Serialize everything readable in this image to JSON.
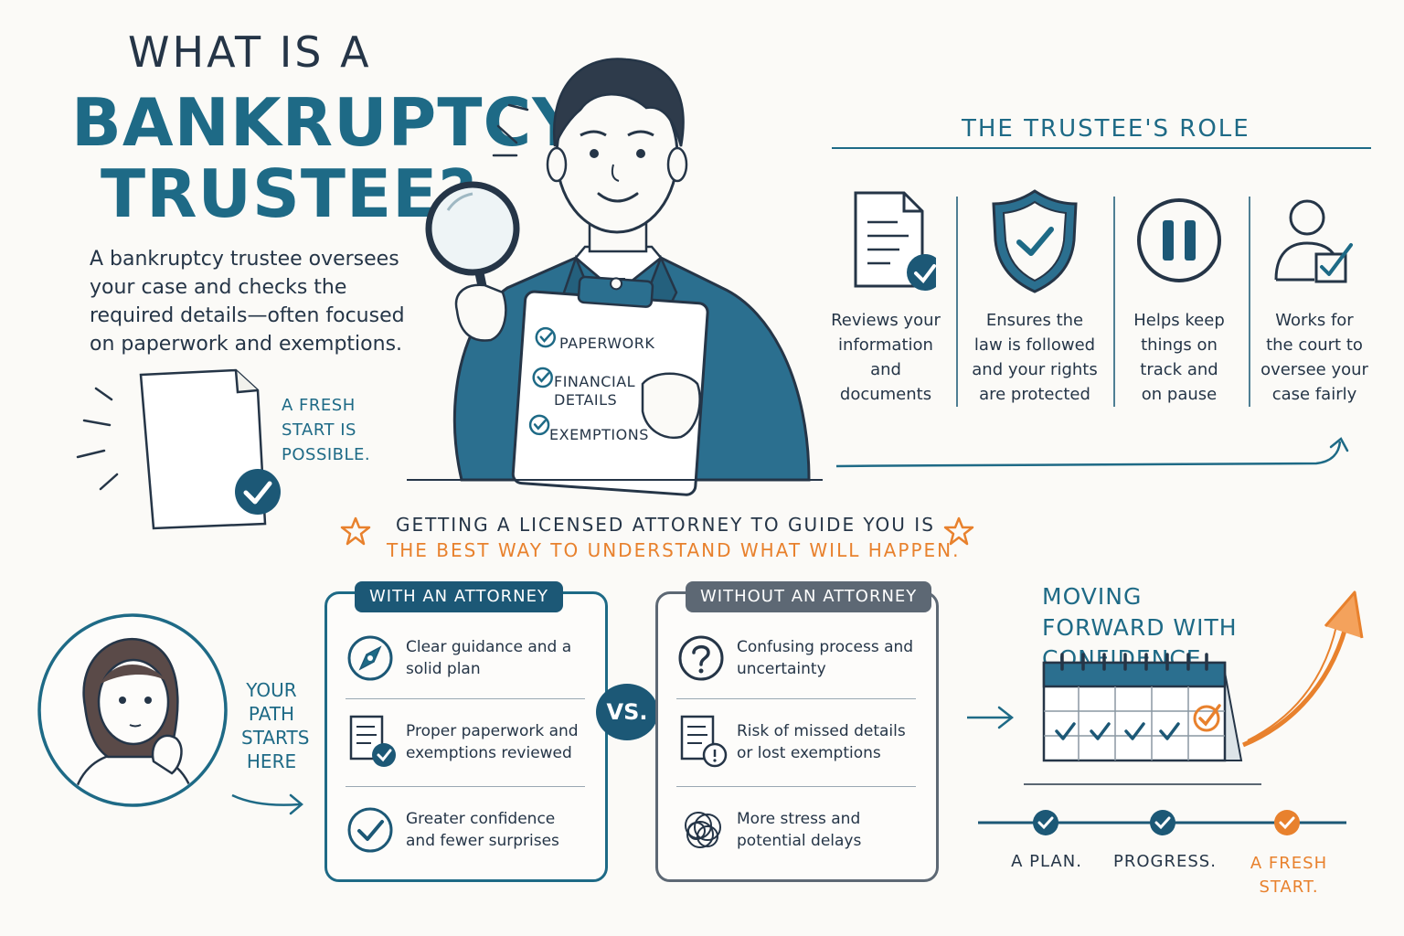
{
  "title": {
    "line1": "WHAT IS A",
    "line2": "BANKRUPTCY",
    "line3": "TRUSTEE?"
  },
  "intro": "A bankruptcy trustee oversees your case and checks the required details—often focused on paperwork and exemptions.",
  "fresh_note": "A FRESH START IS POSSIBLE.",
  "clipboard": {
    "items": [
      "PAPERWORK",
      "FINANCIAL DETAILS",
      "EXEMPTIONS"
    ]
  },
  "role": {
    "title": "THE TRUSTEE'S ROLE",
    "items": [
      {
        "label": "Reviews your information and documents",
        "icon": "document-check-icon"
      },
      {
        "label": "Ensures the law is followed and your rights are protected",
        "icon": "shield-check-icon"
      },
      {
        "label": "Helps keep things on track and on pause",
        "icon": "pause-icon"
      },
      {
        "label": "Works for the court to oversee your case fairly",
        "icon": "person-check-icon"
      }
    ]
  },
  "banner": {
    "line1": "GETTING A LICENSED ATTORNEY TO GUIDE YOU IS",
    "line2": "THE BEST WAY TO UNDERSTAND WHAT WILL HAPPEN."
  },
  "path_label": "YOUR PATH STARTS HERE",
  "with_attorney": {
    "heading": "WITH AN ATTORNEY",
    "rows": [
      {
        "text": "Clear guidance and a solid plan",
        "icon": "compass-icon"
      },
      {
        "text": "Proper paperwork and exemptions reviewed",
        "icon": "document-check-icon"
      },
      {
        "text": "Greater confidence and fewer surprises",
        "icon": "check-circle-icon"
      }
    ]
  },
  "vs": "VS.",
  "without_attorney": {
    "heading": "WITHOUT AN ATTORNEY",
    "rows": [
      {
        "text": "Confusing process and uncertainty",
        "icon": "question-icon"
      },
      {
        "text": "Risk of missed details or lost exemptions",
        "icon": "document-alert-icon"
      },
      {
        "text": "More stress and potential delays",
        "icon": "tangle-icon"
      }
    ]
  },
  "moving_forward": {
    "title": "MOVING FORWARD WITH CONFIDENCE",
    "timeline": [
      "A PLAN.",
      "PROGRESS.",
      "A FRESH START."
    ]
  },
  "colors": {
    "teal": "#1e6a86",
    "navy": "#1c5876",
    "orange": "#e8812d",
    "grey": "#5d6874",
    "ink": "#253547"
  }
}
